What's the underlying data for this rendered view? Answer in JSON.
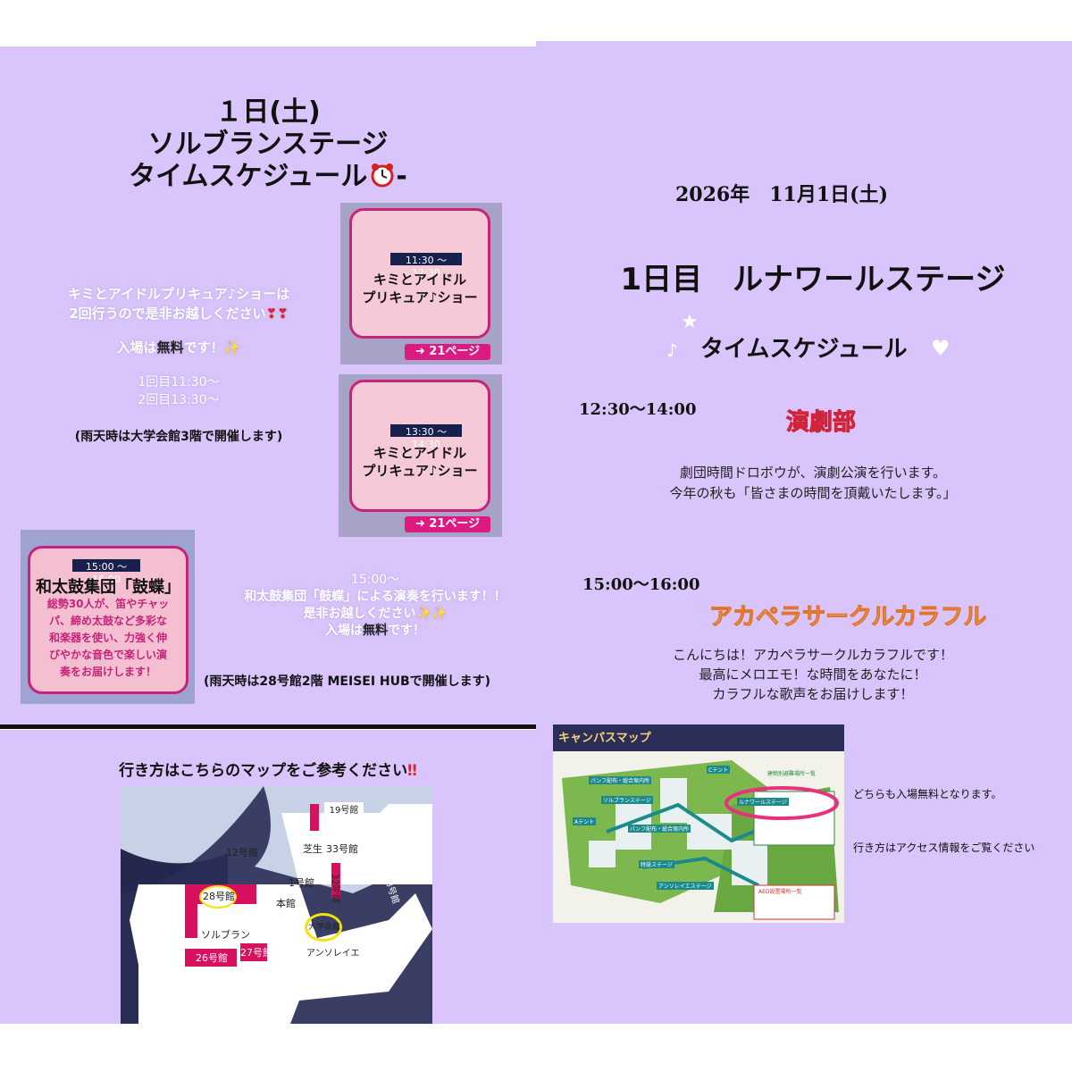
{
  "left": {
    "title_line1": "１日(土)",
    "title_line2": "ソルブランステージ",
    "title_line3": "タイムスケジュール",
    "title_suffix": "‐",
    "icon_clock": "alarm-clock-icon",
    "promo_line1": "キミとアイドルプリキュア♪ショーは",
    "promo_line2": "2回行うので是非お越しください",
    "icon_exclaim": "red-exclamation-icon",
    "free_prefix": "入場は",
    "free_word": "無料",
    "free_suffix": "です！",
    "icon_sparkle": "sparkle-icon",
    "round1": "1回目11:30〜",
    "round2": "2回目13:30〜",
    "rain_note": "(雨天時は大学会館3階で開催します)",
    "cards": [
      {
        "time": "11:30 ～ 12:30",
        "title1": "キミとアイドル",
        "title2": "プリキュア♪ショー",
        "page": "➜ 21ページ"
      },
      {
        "time": "13:30 ～ 14:30",
        "title1": "キミとアイドル",
        "title2": "プリキュア♪ショー",
        "page": "➜ 21ページ"
      }
    ],
    "taiko_card": {
      "time": "15:00 ～ 16:00",
      "title": "和太鼓集団「鼓蝶」",
      "desc1": "総勢30人が、笛やチャッ",
      "desc2": "パ、締め太鼓など多彩な",
      "desc3": "和楽器を使い、力強く伸",
      "desc4": "びやかな音色で楽しい演",
      "desc5": "奏をお届けします！"
    },
    "taiko_text1": "15:00〜",
    "taiko_text2": "和太鼓集団「鼓蝶」による演奏を行います！！",
    "taiko_text3": "是非お越しください",
    "taiko_free_prefix": "入場は",
    "taiko_free_word": "無料",
    "taiko_free_suffix": "です！",
    "rain_note2": "(雨天時は28号館2階 MEISEI HUBで開催します)",
    "map_heading": "行き方はこちらのマップをご参考ください",
    "map_labels": {
      "b19": "19号館",
      "b12": "12号館",
      "lawn": "芝生",
      "b33": "33号館",
      "b28": "28号館",
      "b1": "1号館",
      "b32": "32号館",
      "b23": "23号館",
      "honkan": "本館",
      "sol": "ソルブラン",
      "daigaku": "大学会館",
      "b26": "26号館",
      "b27": "27号館",
      "ansoleil": "アンソレイエ"
    }
  },
  "right": {
    "date": "2026年　11月1日(土)",
    "day_title": "1日目　ルナワールステージ",
    "schedule_title": "タイムスケジュール",
    "icon_star": "star-icon",
    "icon_note": "music-note-icon",
    "icon_heart": "white-heart-icon",
    "slot1_time": "12:30〜14:00",
    "slot1_group": "演劇部",
    "slot1_desc1": "劇団時間ドロボウが、演劇公演を行います。",
    "slot1_desc2": "今年の秋も「皆さまの時間を頂戴いたします。」",
    "slot2_time": "15:00〜16:00",
    "slot2_group": "アカペラサークルカラフル",
    "slot2_desc1": "こんにちは！アカペラサークルカラフルです！",
    "slot2_desc2": "最高にメロエモ！な時間をあなたに！",
    "slot2_desc3": "カラフルな歌声をお届けします！",
    "map_title": "キャンパスマップ",
    "map_small": {
      "pamph1": "パンフ配布・総合案内所",
      "solstage": "ソルブランステージ",
      "ctent": "Cテント",
      "list": "建物別避難場所一覧",
      "lunar": "ルナワールステージ",
      "atent": "Aテント",
      "pamph2": "パンフ配布・総合案内所",
      "special": "特設ステージ",
      "ansoleil": "アンソレイエステージ",
      "list2": "AED設置場所一覧"
    },
    "note_free": "どちらも入場無料となります。",
    "note_access": "行き方はアクセス情報をご覧ください"
  }
}
